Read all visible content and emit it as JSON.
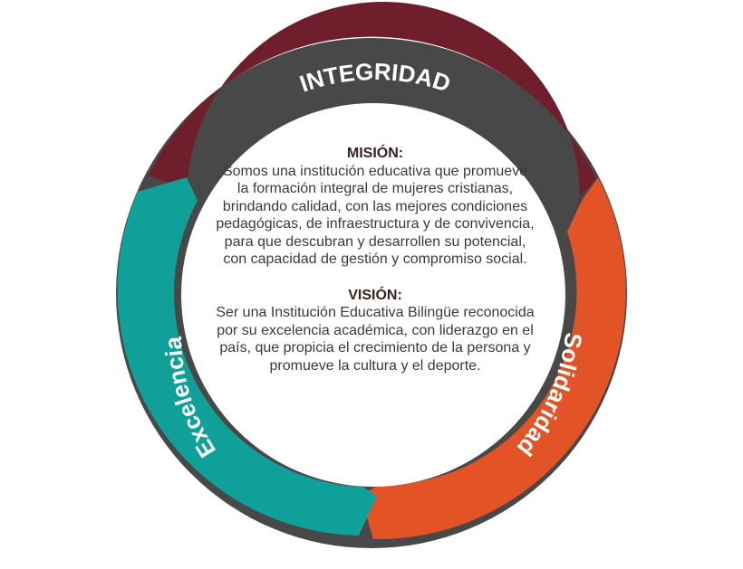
{
  "diagram": {
    "colors": {
      "background_ring": "#484848",
      "integridad": "#6e1f2b",
      "solidaridad": "#e35325",
      "excelencia": "#0fa09a",
      "inner_circle": "#ffffff"
    },
    "segments": [
      {
        "label": "INTEGRIDAD",
        "color": "#6e1f2b"
      },
      {
        "label": "Solidaridad",
        "color": "#e35325"
      },
      {
        "label": "Excelencia",
        "color": "#0fa09a"
      }
    ],
    "mission": {
      "title": "MISIÓN:",
      "text": "Somos una institución educativa que promueve la formación integral de mujeres cristianas, brindando calidad, con las mejores condiciones pedagógicas, de infraestructura y de convivencia, para que descubran y desarrollen su potencial, con capacidad de gestión y compromiso social."
    },
    "vision": {
      "title": "VISIÓN:",
      "text": "Ser una Institución Educativa Bilingüe reconocida por su excelencia académica, con liderazgo en el país, que propicia el crecimiento de la persona y promueve la cultura y el deporte."
    }
  }
}
